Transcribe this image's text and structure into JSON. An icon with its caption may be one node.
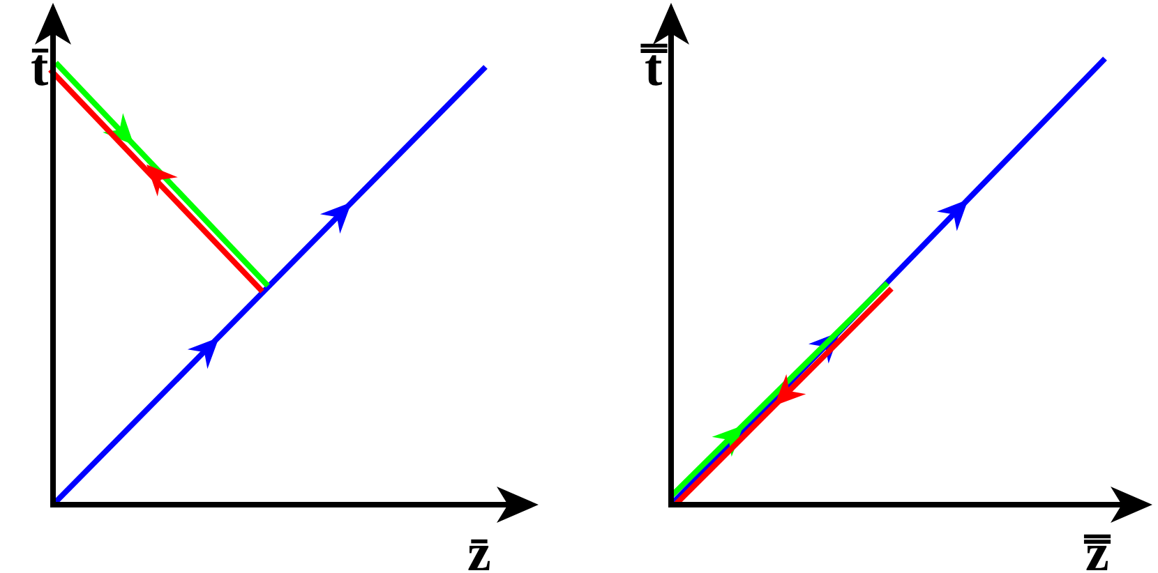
{
  "diagram": {
    "labels": [
      "t̄",
      "z̄",
      "t̿",
      "z̿"
    ]
  }
}
